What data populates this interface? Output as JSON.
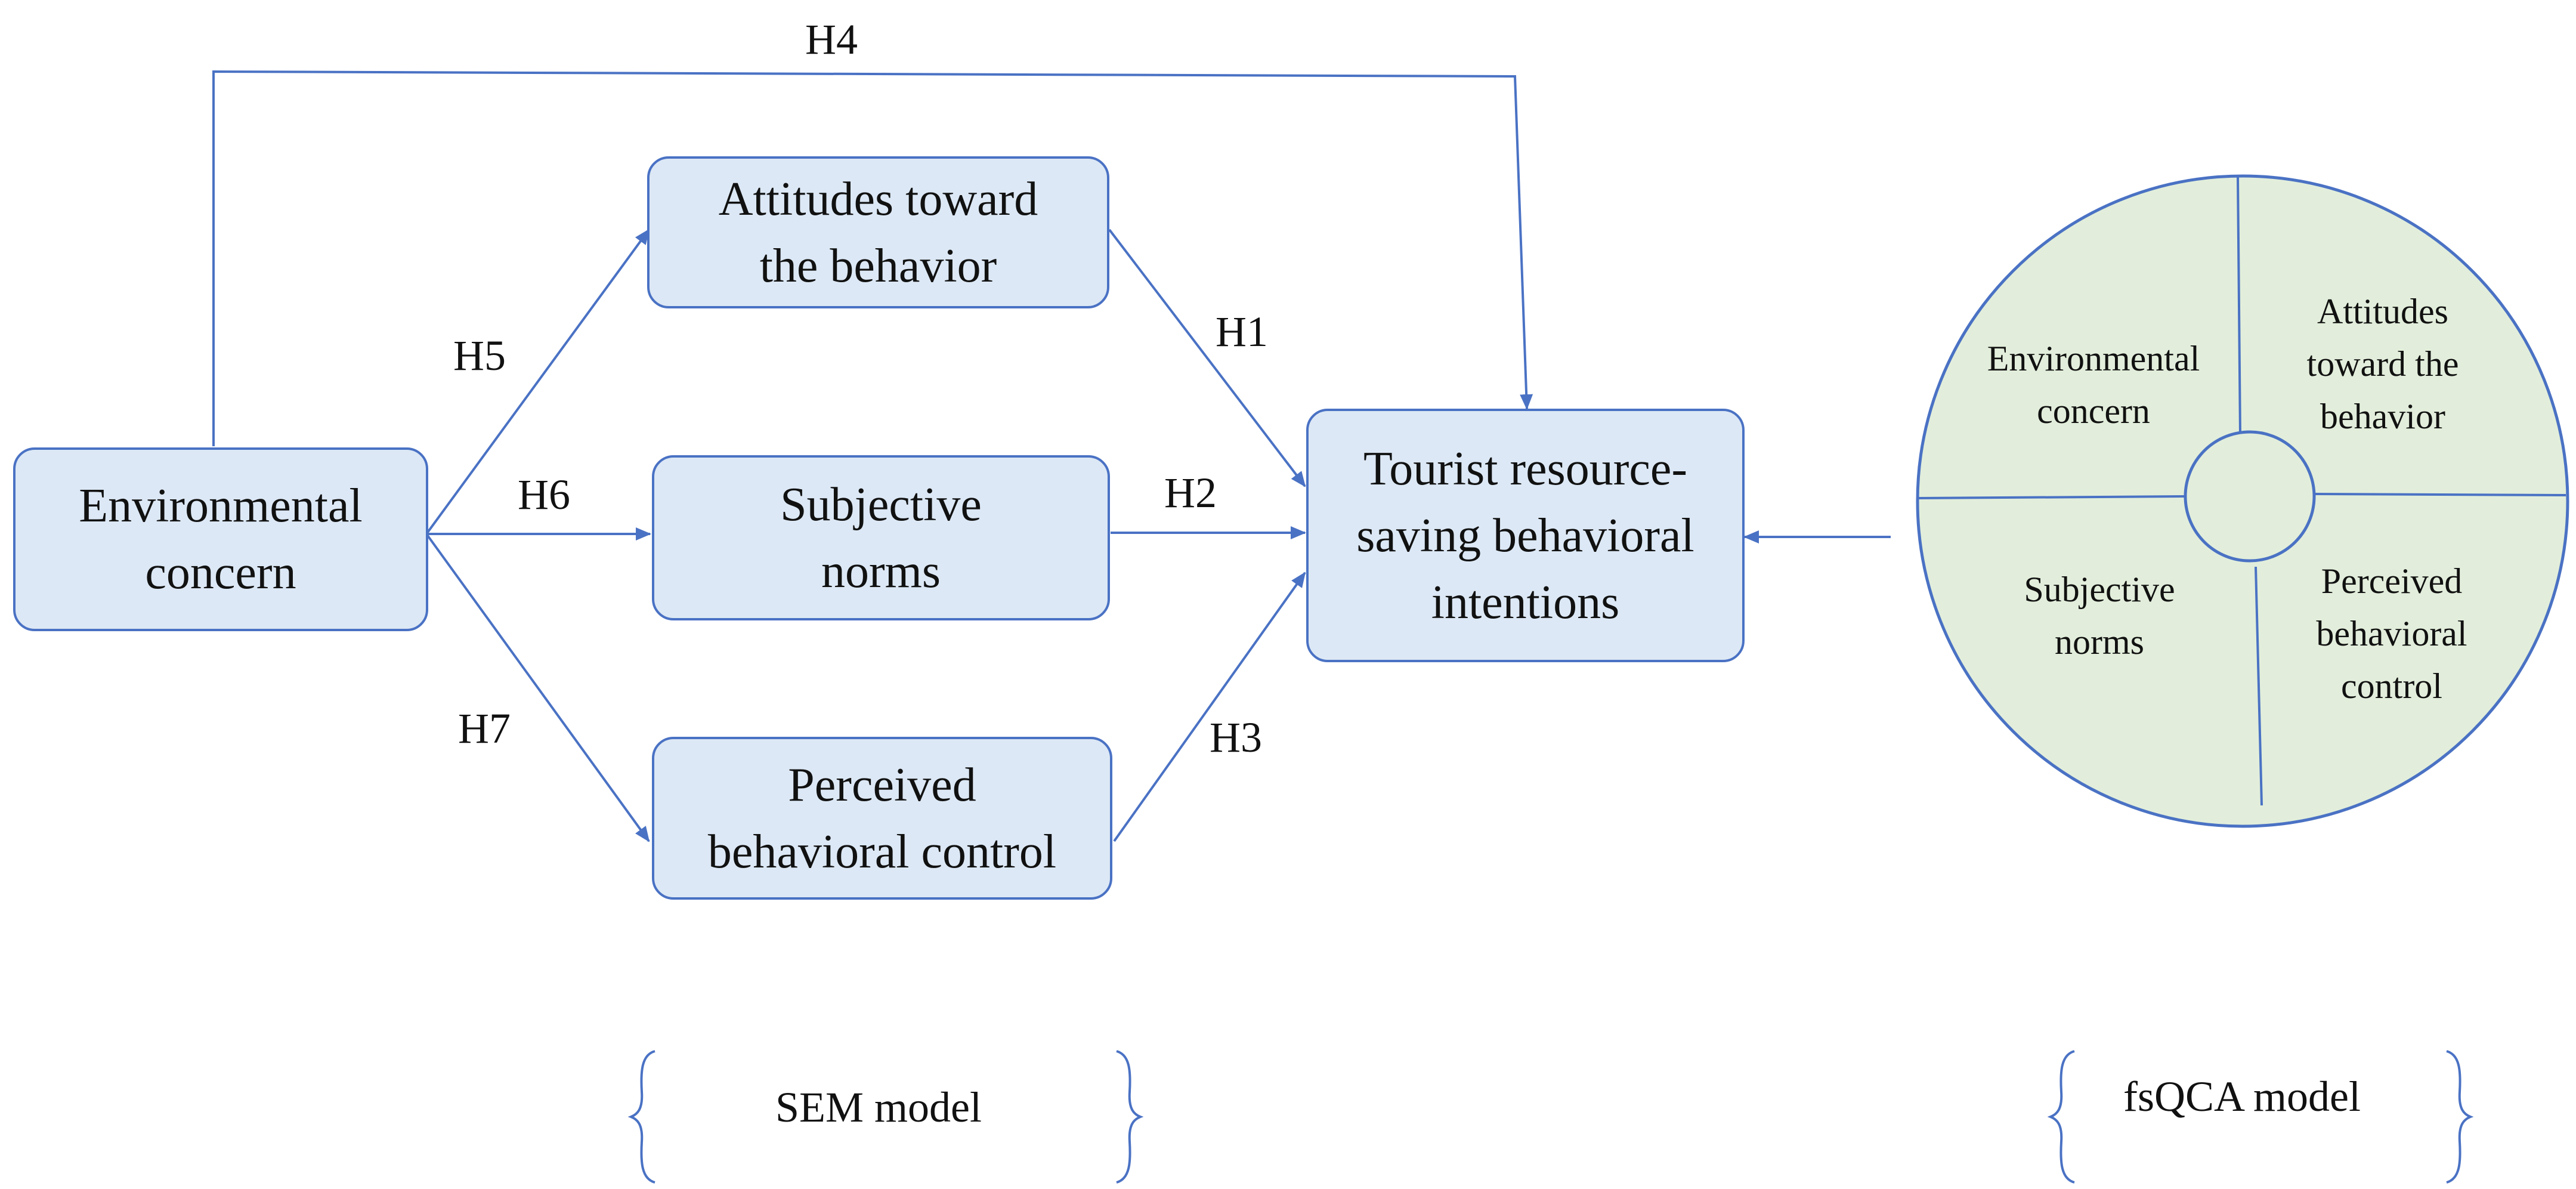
{
  "colors": {
    "node_fill": "#dce8f5",
    "node_border": "#4a72c4",
    "arrow": "#4a72c4",
    "circle_fill": "#e2eedb",
    "circle_border": "#4a72c4"
  },
  "sem": {
    "environmental_concern": {
      "line1": "Environmental",
      "line2": "concern"
    },
    "attitudes": {
      "line1": "Attitudes toward",
      "line2": "the behavior"
    },
    "subjective_norms": {
      "line1": "Subjective",
      "line2": "norms"
    },
    "pbc": {
      "line1": "Perceived",
      "line2": "behavioral control"
    },
    "intentions": {
      "line1": "Tourist resource-",
      "line2": "saving behavioral",
      "line3": "intentions"
    },
    "hypotheses": {
      "h1": "H1",
      "h2": "H2",
      "h3": "H3",
      "h4": "H4",
      "h5": "H5",
      "h6": "H6",
      "h7": "H7"
    },
    "model_label": "SEM model"
  },
  "fsqca": {
    "environmental_concern": {
      "line1": "Environmental",
      "line2": "concern"
    },
    "attitudes": {
      "line1": "Attitudes",
      "line2": "toward the",
      "line3": "behavior"
    },
    "subjective_norms": {
      "line1": "Subjective",
      "line2": "norms"
    },
    "pbc": {
      "line1": "Perceived",
      "line2": "behavioral",
      "line3": "control"
    },
    "model_label": "fsQCA model"
  }
}
